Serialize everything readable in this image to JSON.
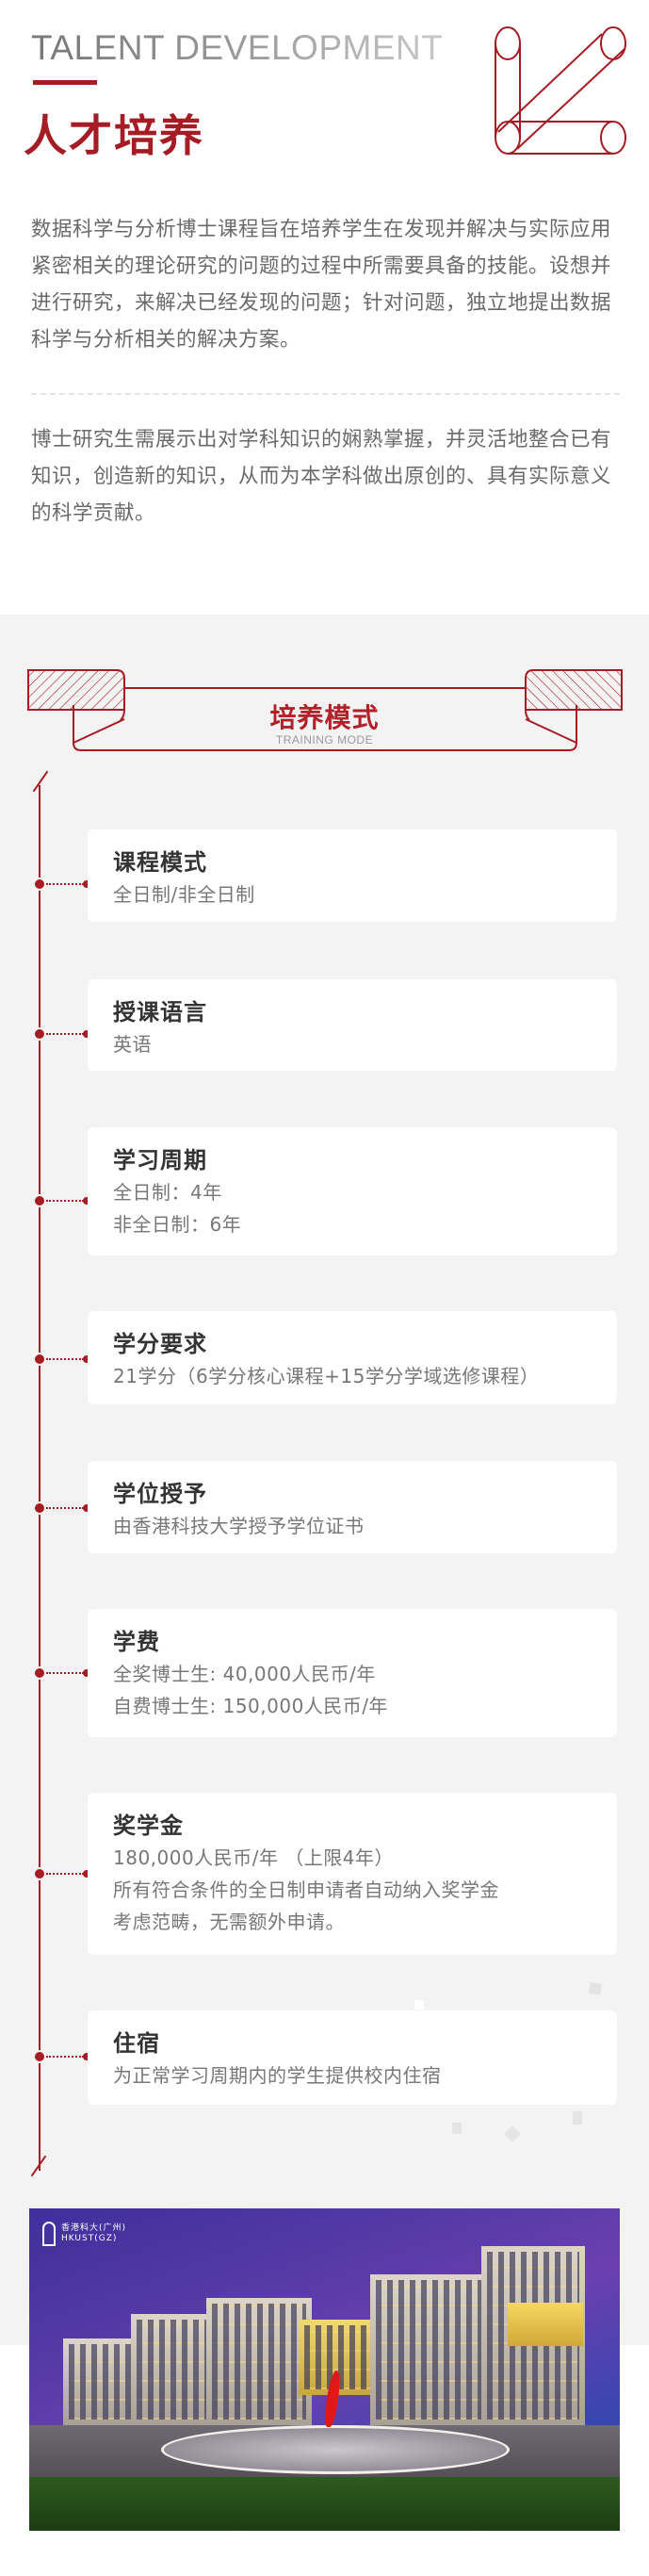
{
  "header": {
    "title_en": "TALENT DEVELOPMENT",
    "title_cn": "人才培养",
    "accent_color": "#a61c24"
  },
  "intro": {
    "paragraphs": [
      "数据科学与分析博士课程旨在培养学生在发现并解决与实际应用紧密相关的理论研究的问题的过程中所需要具备的技能。设想并进行研究，来解决已经发现的问题；针对问题，独立地提出数据科学与分析相关的解决方案。",
      "博士研究生需展示出对学科知识的娴熟掌握，并灵活地整合已有知识，创造新的知识，从而为本学科做出原创的、具有实际意义的科学贡献。"
    ]
  },
  "section": {
    "title_cn": "培养模式",
    "title_en": "TRAINING MODE"
  },
  "items": [
    {
      "title": "课程模式",
      "lines": [
        "全日制/非全日制"
      ]
    },
    {
      "title": "授课语言",
      "lines": [
        "英语"
      ]
    },
    {
      "title": "学习周期",
      "lines": [
        "全日制：4年",
        "非全日制：6年"
      ]
    },
    {
      "title": "学分要求",
      "lines": [
        "21学分（6学分核心课程+15学分学域选修课程）"
      ]
    },
    {
      "title": "学位授予",
      "lines": [
        "由香港科技大学授予学位证书"
      ]
    },
    {
      "title": "学费",
      "lines": [
        "全奖博士生: 40,000人民币/年",
        "自费博士生: 150,000人民币/年"
      ]
    },
    {
      "title": "奖学金",
      "lines": [
        "180,000人民币/年 （上限4年）",
        "所有符合条件的全日制申请者自动纳入奖学金",
        "考虑范畴，无需额外申请。"
      ]
    },
    {
      "title": "住宿",
      "lines": [
        "为正常学习周期内的学生提供校内住宿"
      ]
    }
  ],
  "photo": {
    "logo_cn": "香港科大(广州)",
    "logo_en": "HKUST(GZ)"
  }
}
